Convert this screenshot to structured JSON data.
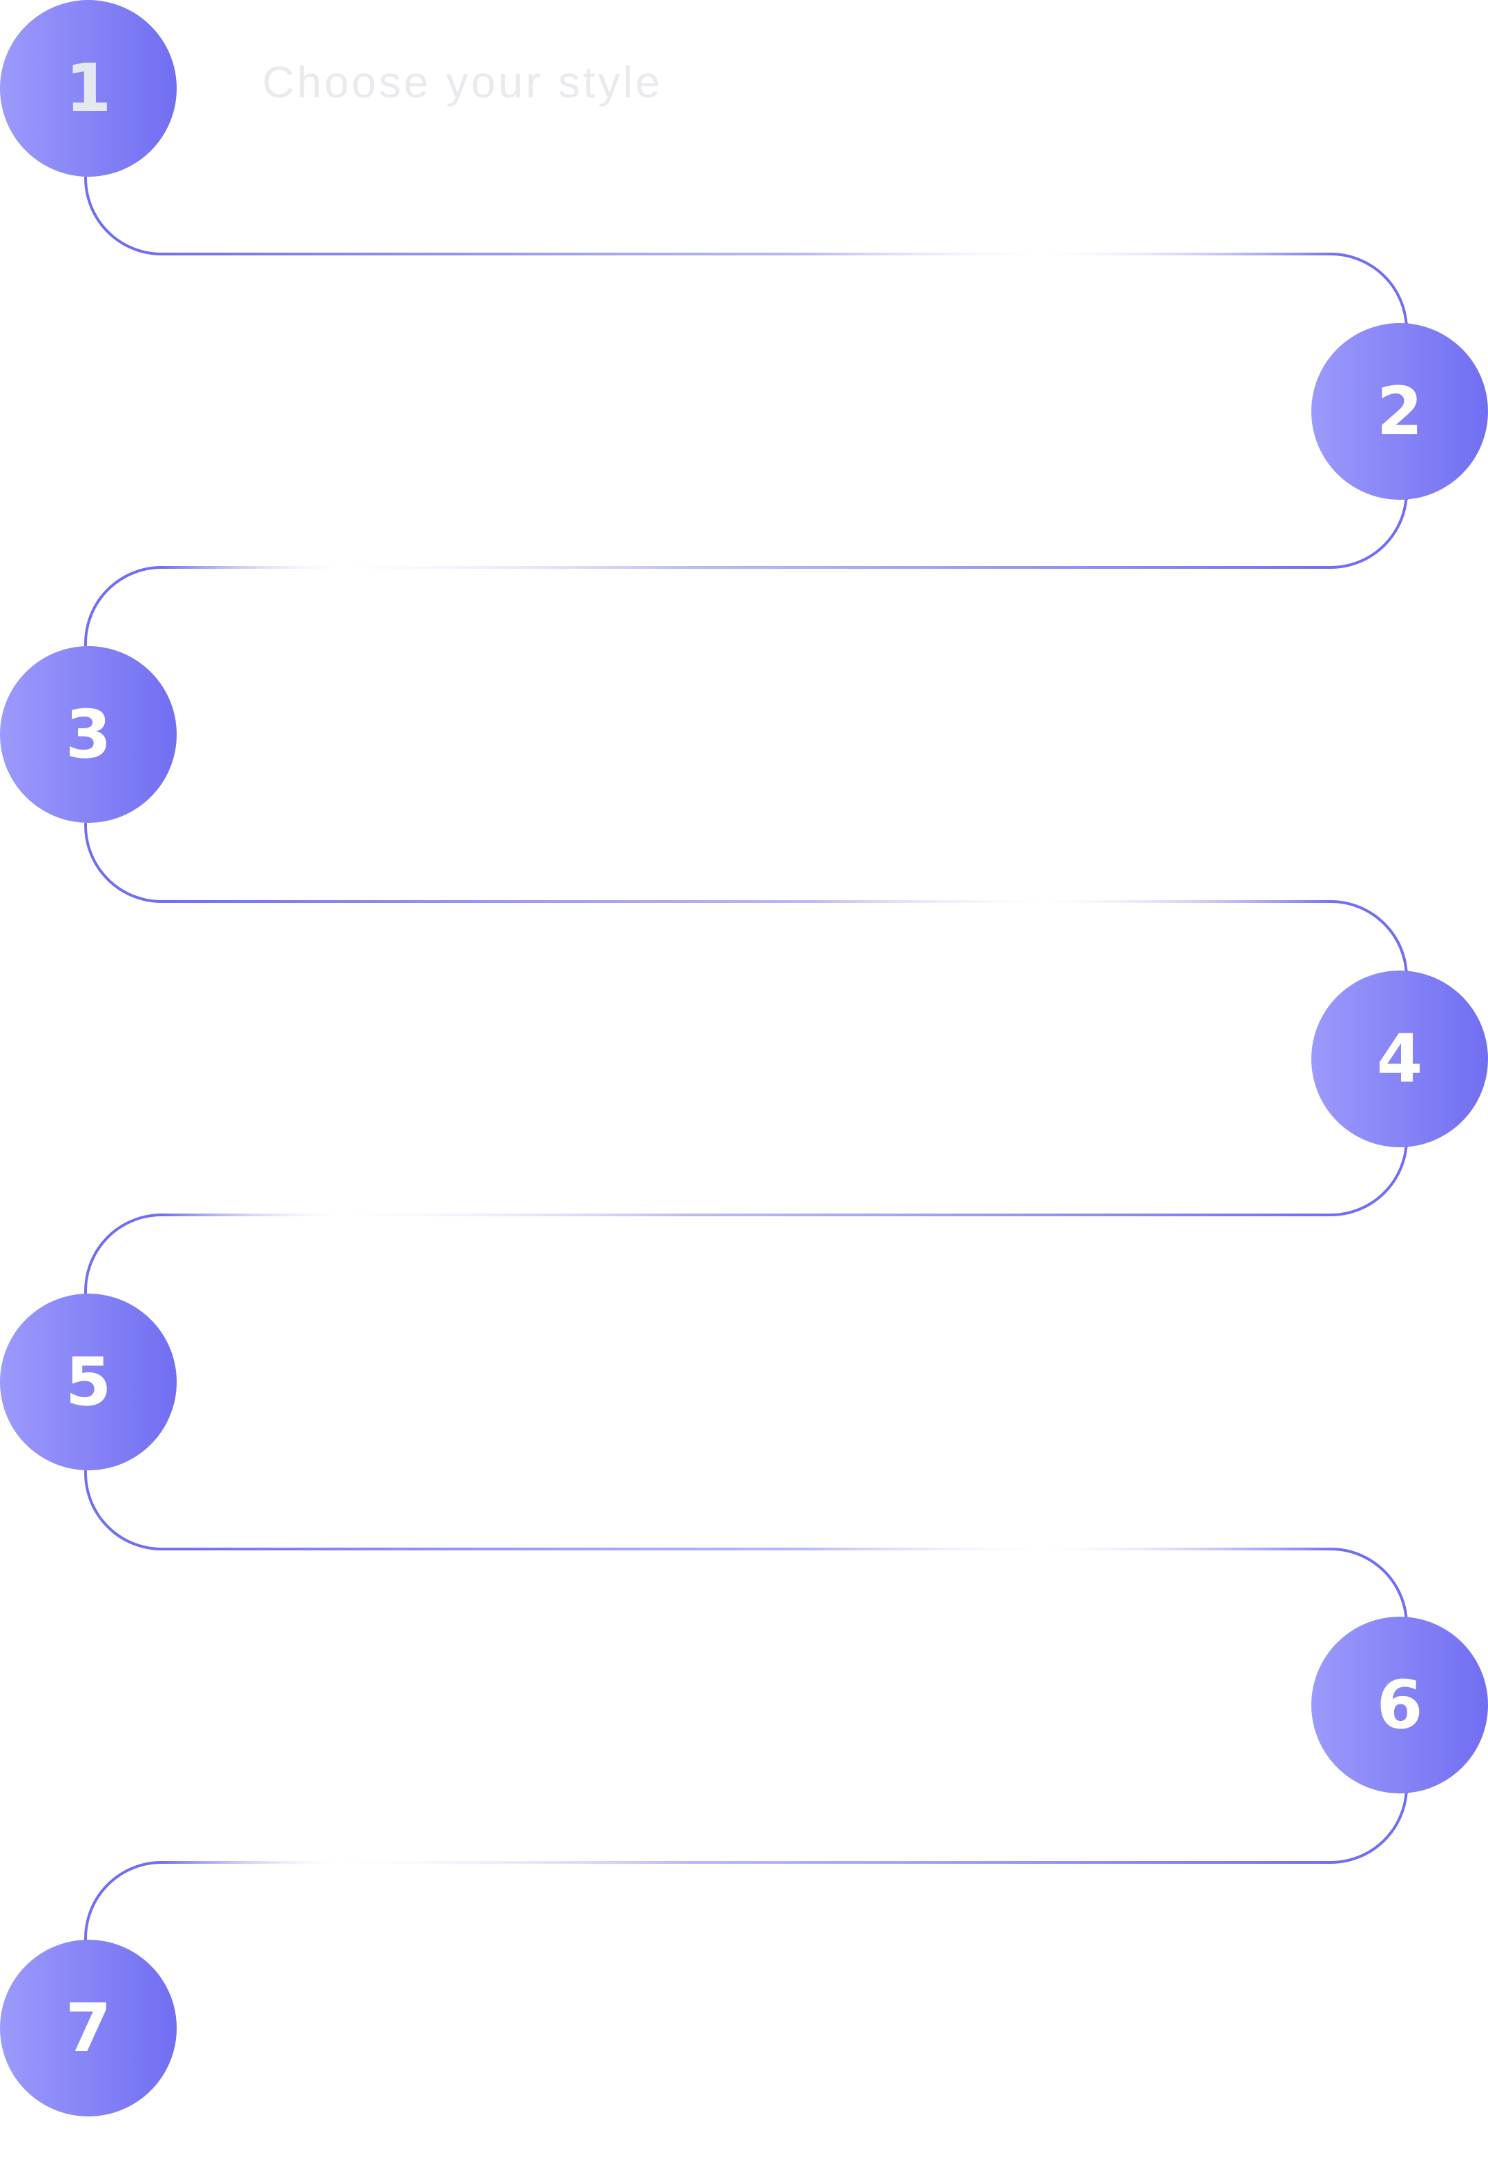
{
  "steps": [
    {
      "number": "1",
      "title": "Choose your style"
    },
    {
      "number": "2"
    },
    {
      "number": "3"
    },
    {
      "number": "4"
    },
    {
      "number": "5"
    },
    {
      "number": "6"
    },
    {
      "number": "7"
    }
  ],
  "colors": {
    "circle_start": "#9c9afb",
    "circle_end": "#716ef2",
    "line": "#716ef2",
    "first_number": "#e6e8ef",
    "title_text": "#e9eaee"
  }
}
